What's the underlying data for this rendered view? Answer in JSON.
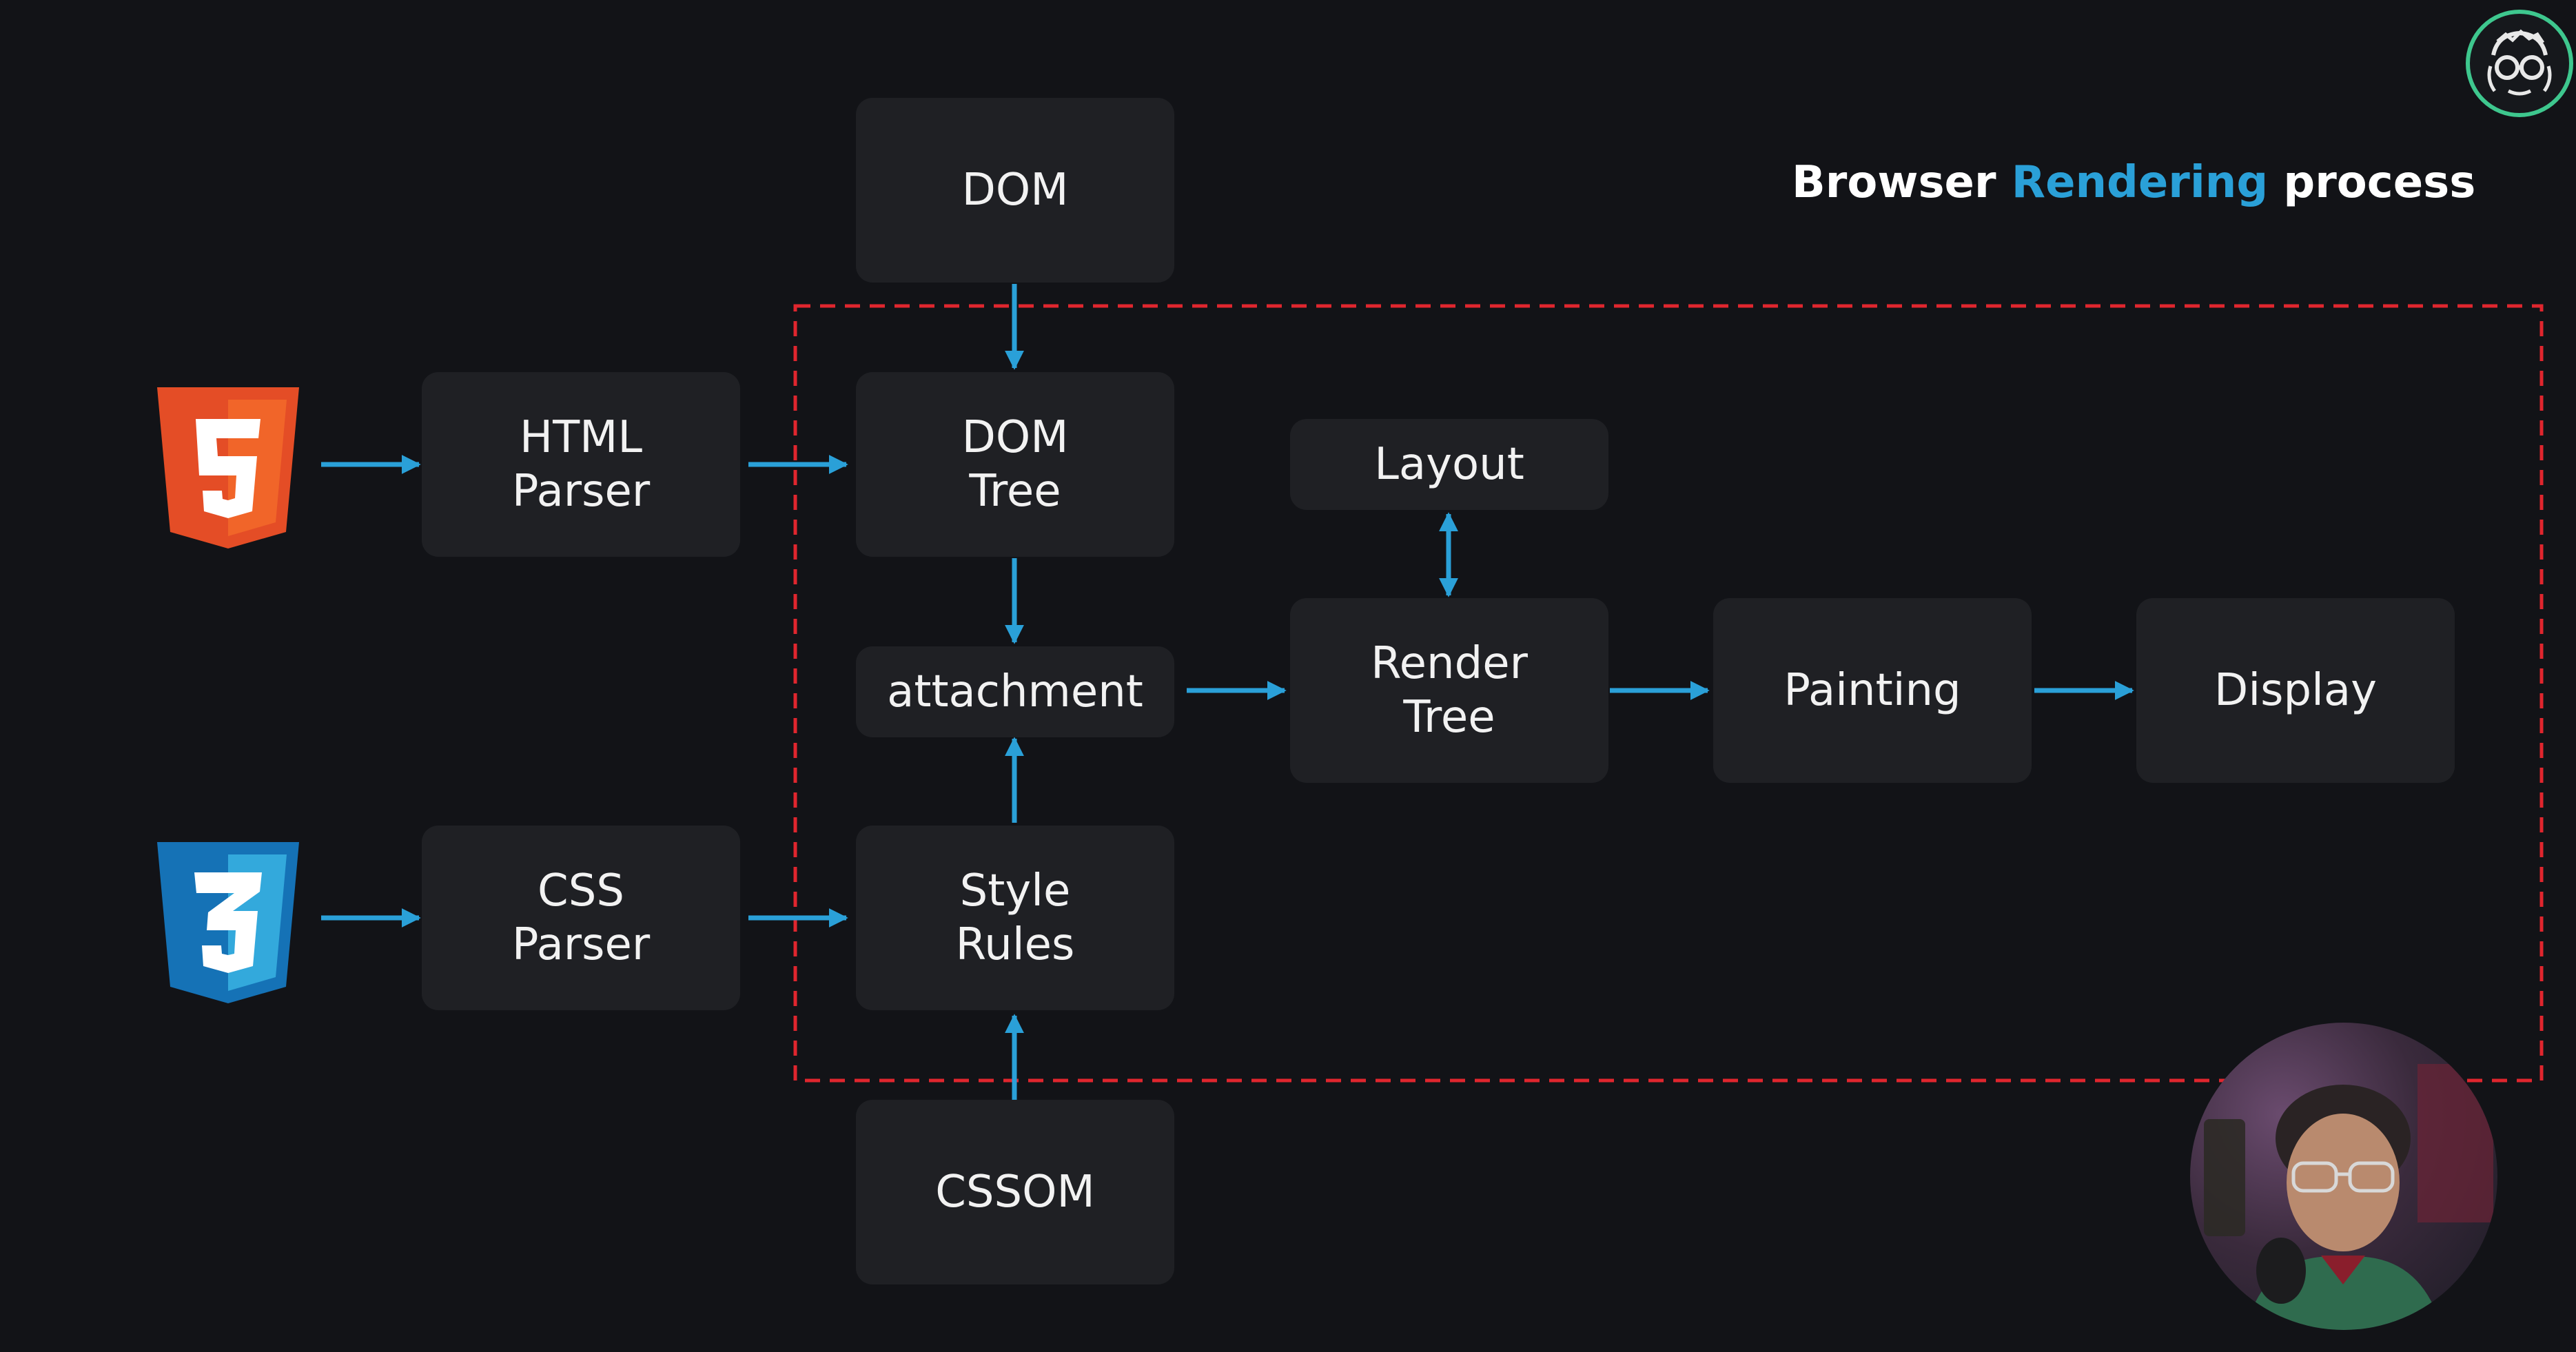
{
  "title": {
    "prefix": "Browser",
    "highlight": "Rendering",
    "suffix": "process",
    "highlight_color": "#2aa0d8"
  },
  "nodes": {
    "html_parser": "HTML\nParser",
    "css_parser": "CSS\nParser",
    "dom": "DOM",
    "dom_tree": "DOM\nTree",
    "attachment": "attachment",
    "style_rules": "Style\nRules",
    "cssom": "CSSOM",
    "layout": "Layout",
    "render_tree": "Render\nTree",
    "painting": "Painting",
    "display": "Display"
  },
  "icons": {
    "html_logo": "html5-logo-icon",
    "css_logo": "css3-logo-icon",
    "brand_logo": "glasses-face-logo-icon",
    "presenter": "presenter-webcam"
  },
  "colors": {
    "background": "#121317",
    "box": "#1f2024",
    "arrow": "#2aa0d8",
    "dashed_region": "#e0262e",
    "html5": "#e44d26",
    "css3": "#1572b6",
    "brand_ring": "#3ec78e"
  },
  "edges": [
    {
      "from": "html_logo",
      "to": "html_parser"
    },
    {
      "from": "html_parser",
      "to": "dom_tree"
    },
    {
      "from": "dom",
      "to": "dom_tree"
    },
    {
      "from": "dom_tree",
      "to": "attachment"
    },
    {
      "from": "css_logo",
      "to": "css_parser"
    },
    {
      "from": "css_parser",
      "to": "style_rules"
    },
    {
      "from": "cssom",
      "to": "style_rules"
    },
    {
      "from": "style_rules",
      "to": "attachment"
    },
    {
      "from": "attachment",
      "to": "render_tree"
    },
    {
      "from": "layout",
      "to": "render_tree",
      "bidirectional": true
    },
    {
      "from": "render_tree",
      "to": "painting"
    },
    {
      "from": "painting",
      "to": "display"
    }
  ]
}
